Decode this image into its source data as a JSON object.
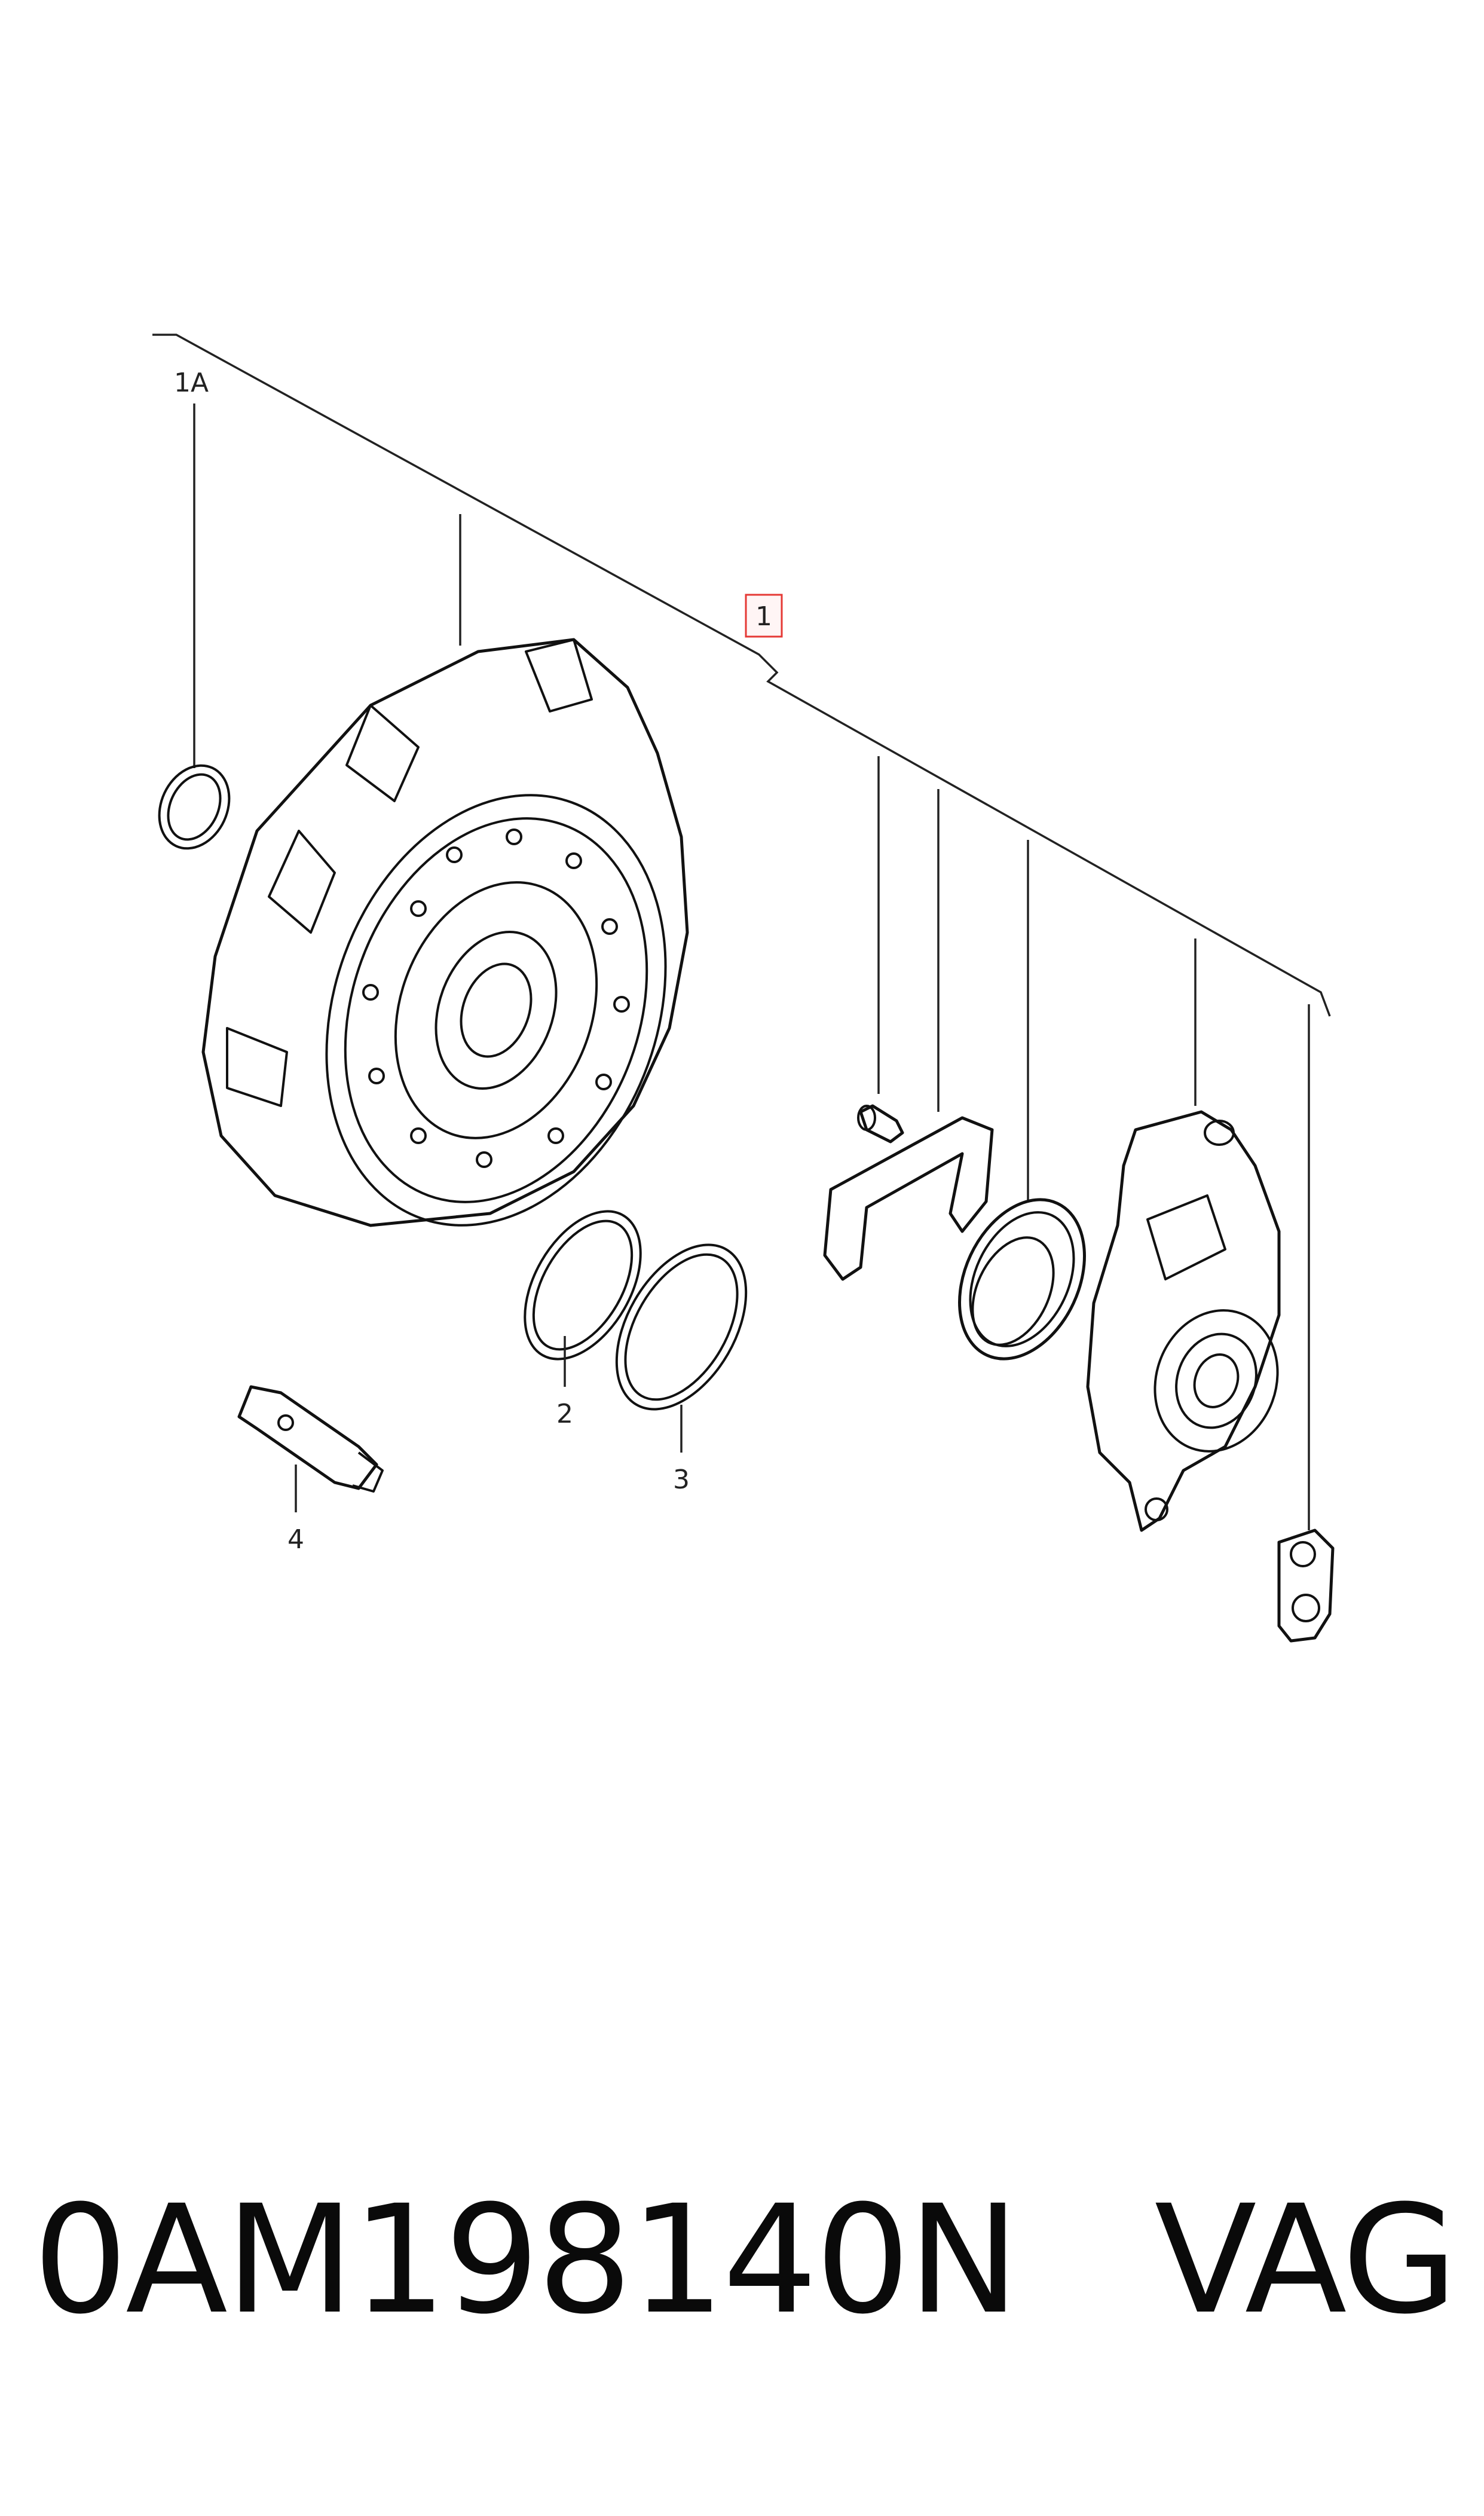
{
  "diagram": {
    "callouts": {
      "main": "1",
      "ring_1a": "1A",
      "ring_2": "2",
      "ring_3": "3",
      "tube_4": "4"
    },
    "colors": {
      "line": "#222222",
      "highlight_box": "#e53935",
      "text": "#0a0a0a"
    }
  },
  "footer": {
    "part_number": "0AM198140N",
    "brand": "VAG"
  }
}
